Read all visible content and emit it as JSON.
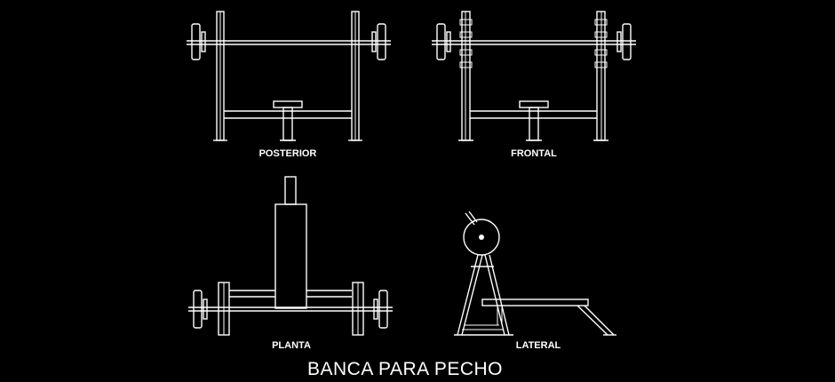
{
  "drawing": {
    "title": "BANCA PARA PECHO",
    "views": {
      "posterior": "POSTERIOR",
      "frontal": "FRONTAL",
      "planta": "PLANTA",
      "lateral": "LATERAL"
    }
  },
  "colors": {
    "background": "#000000",
    "lines": "#ffffff"
  }
}
